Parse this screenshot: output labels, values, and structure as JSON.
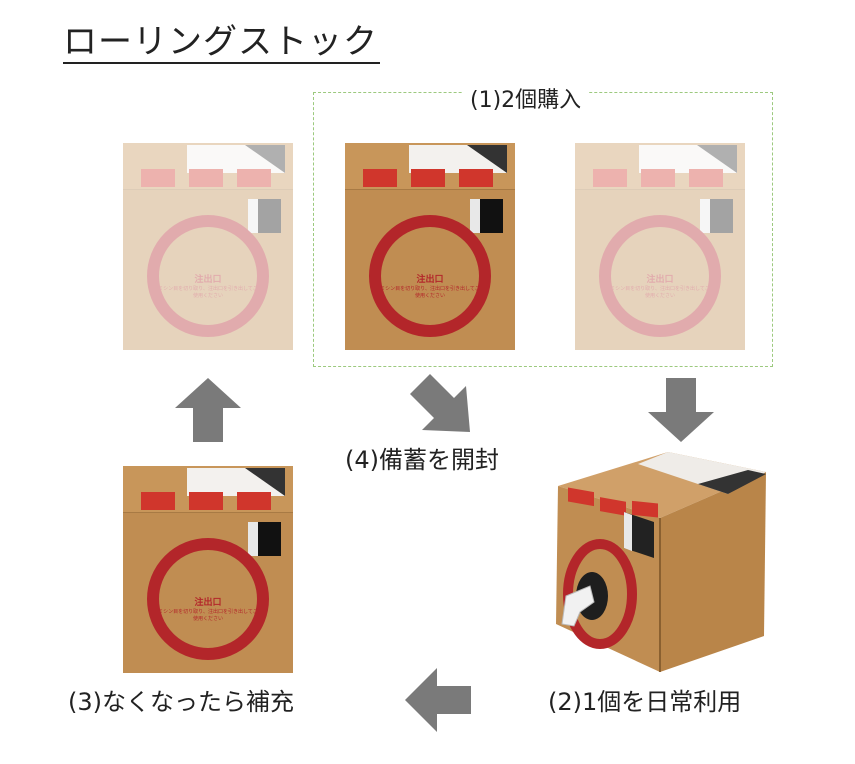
{
  "title": "ローリングストック",
  "steps": {
    "buy": "(1)2個購入",
    "use": "(2)1個を日常利用",
    "refill": "(3)なくなったら補充",
    "open": "(4)備蓄を開封"
  },
  "box_print": {
    "spout_label": "注出口",
    "spout_instructions": "ミシン目を切り取り、注出口を引き出してご使用ください"
  },
  "colors": {
    "arrow": "#7a7a7a",
    "frame": "#9cc97e",
    "ring": "#b3262a",
    "cardboard": "#c08d52"
  }
}
